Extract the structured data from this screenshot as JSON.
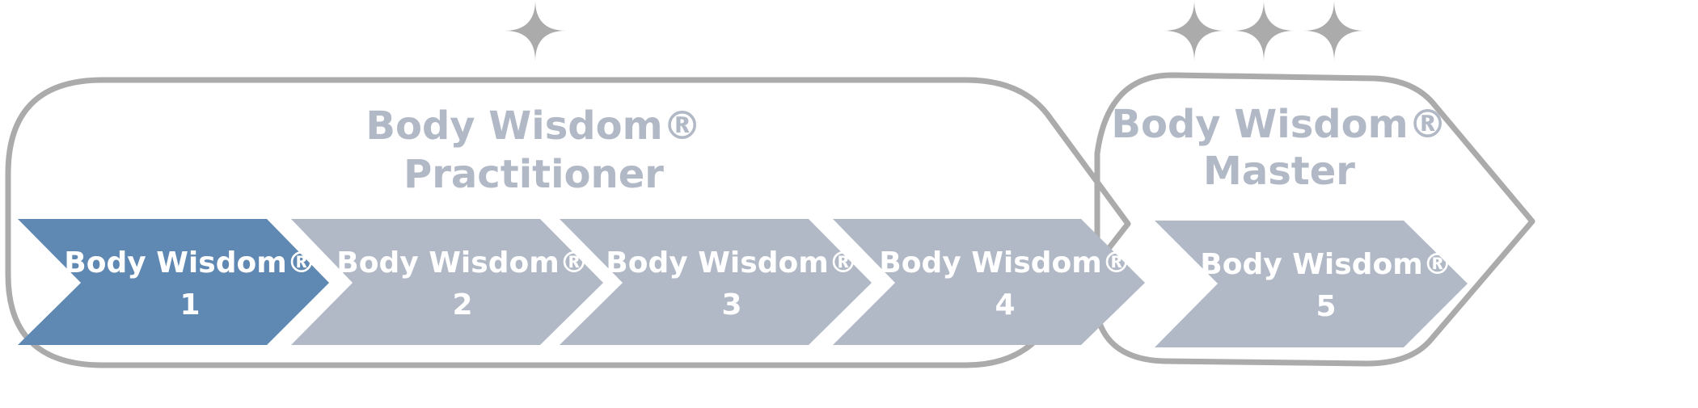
{
  "colors": {
    "active": "#5f88b2",
    "inactive": "#b1b8c6",
    "outline": "#ababab",
    "title": "#b1b8c6",
    "label": "#ffffff",
    "background": "#ffffff"
  },
  "icons": {
    "practitioner": [
      "sparkle-icon"
    ],
    "master": [
      "sparkle-icon",
      "sparkle-icon",
      "sparkle-icon"
    ]
  },
  "groups": {
    "practitioner": {
      "title_line1": "Body Wisdom®",
      "title_line2": "Practitioner"
    },
    "master": {
      "title_line1": "Body Wisdom®",
      "title_line2": "Master"
    }
  },
  "steps": [
    {
      "name": "Body Wisdom®",
      "number": "1",
      "active": true
    },
    {
      "name": "Body Wisdom®",
      "number": "2",
      "active": false
    },
    {
      "name": "Body Wisdom®",
      "number": "3",
      "active": false
    },
    {
      "name": "Body Wisdom®",
      "number": "4",
      "active": false
    },
    {
      "name": "Body Wisdom®",
      "number": "5",
      "active": false
    }
  ]
}
